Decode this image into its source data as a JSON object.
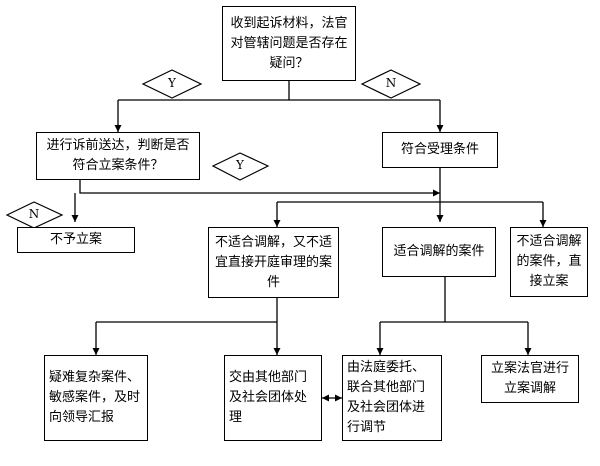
{
  "nodes": {
    "start": "收到起诉材料，法官对管辖问题是否存在疑问？",
    "prefile": "进行诉前送达，判断是否符合立案条件？",
    "meet_conditions": "符合受理条件",
    "reject": "不予立案",
    "unsuitable_mediation_trial": "不适合调解，又不适宜直接开庭审理的案件",
    "suitable_mediation": "适合调解的案件",
    "unsuitable_mediation_direct": "不适合调解的案件，直接立案",
    "difficult_cases": "疑难复杂案件、敏感案件，及时向领导汇报",
    "other_departments": "交由其他部门及社会团体处理",
    "court_entrust": "由法庭委托、联合其他部门及社会团体进行调节",
    "filing_judge": "立案法官进行立案调解"
  },
  "decisions": {
    "yes_top": "Y",
    "no_top": "N",
    "yes_mid": "Y",
    "no_left": "N"
  }
}
